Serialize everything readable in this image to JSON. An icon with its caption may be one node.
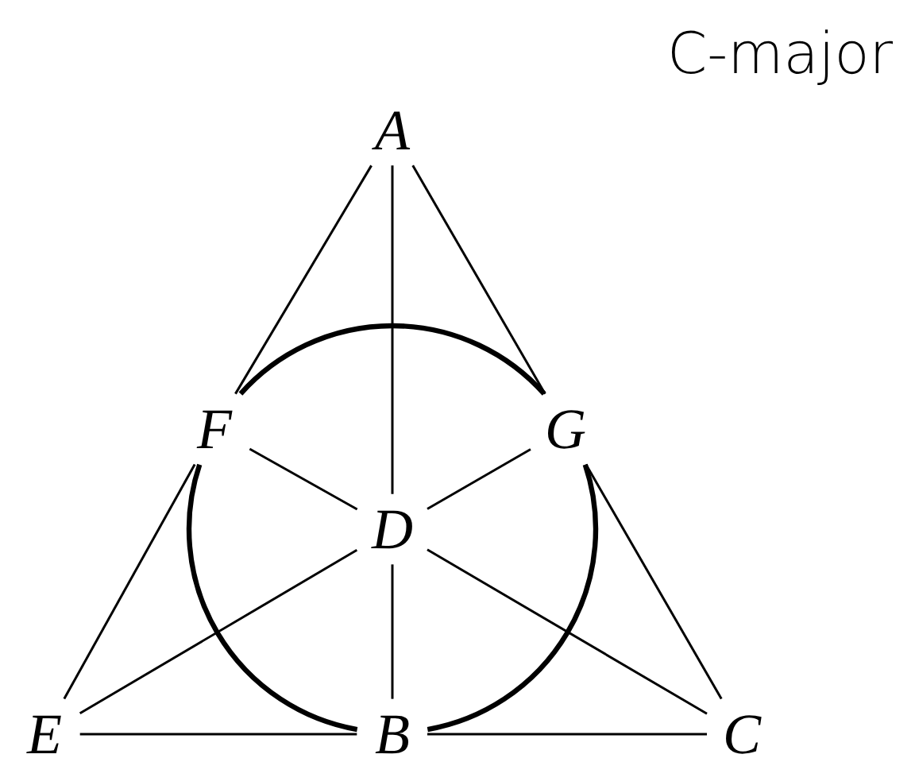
{
  "diagram": {
    "title": "C-major",
    "nodes": [
      {
        "text": [
          "A"
        ]
      },
      {
        "text": [
          "F"
        ]
      },
      {
        "text": [
          "G"
        ]
      },
      {
        "text": [
          "D"
        ]
      },
      {
        "text": [
          "E"
        ]
      },
      {
        "text": [
          "B"
        ]
      },
      {
        "text": [
          "C"
        ]
      }
    ],
    "edges": [
      {
        "from": 0,
        "to": 1,
        "arrow": "none"
      },
      {
        "from": 0,
        "to": 3,
        "arrow": "none"
      },
      {
        "from": 0,
        "to": 2,
        "arrow": "none"
      },
      {
        "from": 1,
        "to": 4,
        "arrow": "none"
      },
      {
        "from": 2,
        "to": 6,
        "arrow": "none"
      },
      {
        "from": 1,
        "to": 3,
        "arrow": "none"
      },
      {
        "from": 2,
        "to": 3,
        "arrow": "none"
      },
      {
        "from": 4,
        "to": 3,
        "arrow": "none"
      },
      {
        "from": 6,
        "to": 3,
        "arrow": "none"
      },
      {
        "from": 3,
        "to": 5,
        "arrow": "none"
      },
      {
        "from": 4,
        "to": 5,
        "arrow": "none"
      },
      {
        "from": 5,
        "to": 6,
        "arrow": "none"
      },
      {
        "from": 1,
        "to": 2,
        "arrow": "none",
        "style": "thick"
      },
      {
        "from": 1,
        "to": 5,
        "arrow": "none",
        "style": "thick"
      },
      {
        "from": 2,
        "to": 5,
        "arrow": "none",
        "style": "thick"
      }
    ]
  }
}
